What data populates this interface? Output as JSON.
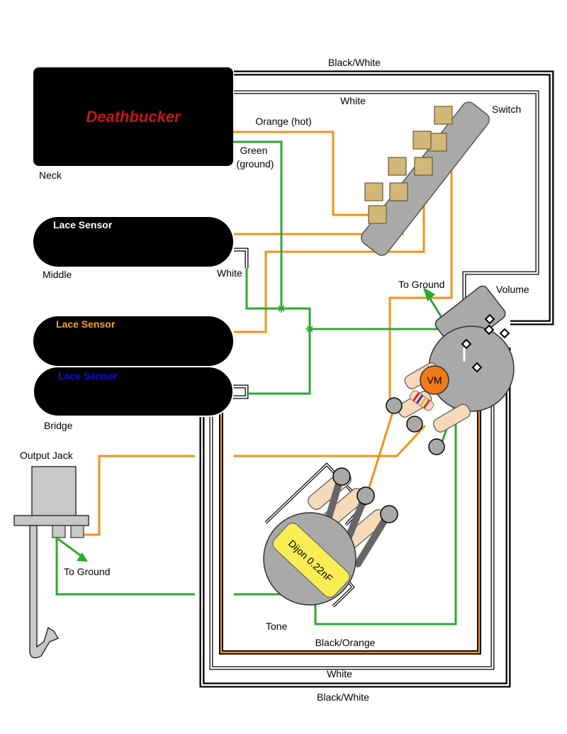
{
  "pickups": {
    "neck": {
      "logo": "Deathbucker",
      "label": "Neck"
    },
    "middle": {
      "brand": "Lace Sensor",
      "label": "Middle",
      "brand_color": "#ffffff"
    },
    "bridge_top": {
      "brand": "Lace Sensor",
      "brand_color": "#f5a623"
    },
    "bridge_bottom": {
      "brand": "Lace Sensor",
      "brand_color": "#1010e0"
    },
    "bridge_label": "Bridge"
  },
  "components": {
    "switch": "Switch",
    "volume": "Volume",
    "tone": "Tone",
    "output_jack": "Output Jack",
    "vm_label": "VM",
    "capacitor_label": "Dijon 0.22nF"
  },
  "wires": {
    "black_white_top": "Black/White",
    "white_top": "White",
    "orange_hot": "Orange (hot)",
    "green_ground_1": "Green",
    "green_ground_2": "(ground)",
    "white_middle": "White",
    "to_ground_volume": "To Ground",
    "to_ground_jack": "To Ground",
    "black_orange": "Black/Orange",
    "white_bottom": "White",
    "black_white_bottom": "Black/White"
  },
  "colors": {
    "orange_wire": "#f39019",
    "green_wire": "#2ea82e",
    "pot_gray": "#a9a9a9",
    "switch_tab": "#d2b77a",
    "cap_yellow": "#f7ee55",
    "vm_orange": "#ef7a1a",
    "logo_red": "#c41a1a"
  }
}
